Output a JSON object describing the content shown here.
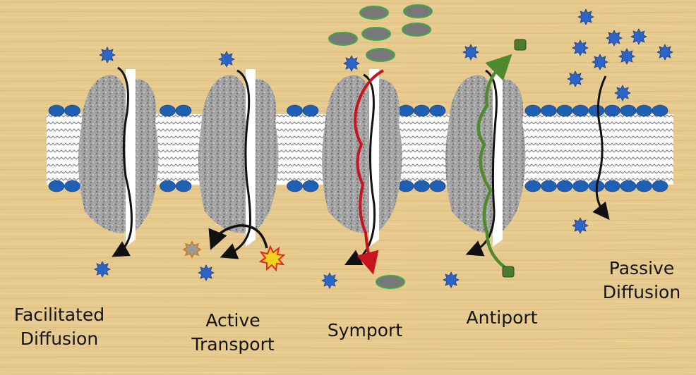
{
  "labels": {
    "facilitated": {
      "line1": "Facilitated",
      "line2": "Diffusion"
    },
    "active": {
      "line1": "Active",
      "line2": "Transport"
    },
    "symport": {
      "line1": "Symport"
    },
    "antiport": {
      "line1": "Antiport"
    },
    "passive": {
      "line1": "Passive",
      "line2": "Diffusion"
    }
  },
  "colors": {
    "background": "#e6c98c",
    "molecule_star": "#2d64c8",
    "lipid_head": "#1f5fb4",
    "protein": "#9b9b9b",
    "symport_path": "#c8141e",
    "antiport_path": "#4f8a2e",
    "cargo_oval": "#787878",
    "cargo_square": "#4f7a2e",
    "energy_burst": "#f0d21e"
  },
  "icons": [
    "molecule-star-icon",
    "atp-burst-icon",
    "adp-star-icon",
    "cargo-oval-icon",
    "cargo-square-icon"
  ]
}
